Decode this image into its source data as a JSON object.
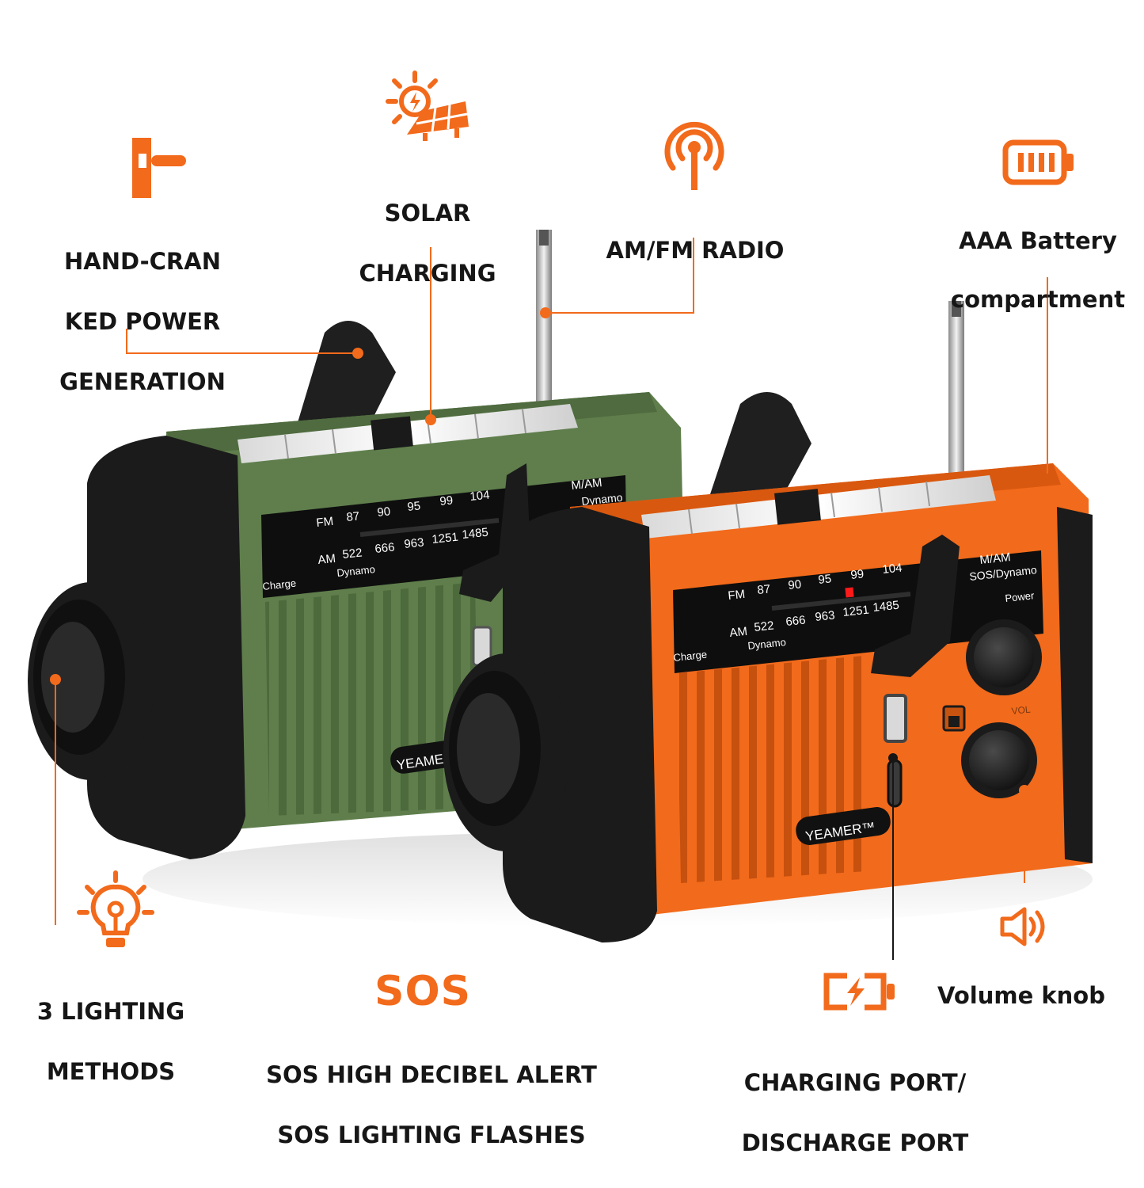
{
  "colors": {
    "accent": "#f26a1b",
    "text": "#161616",
    "green_body": "#5f7e4c",
    "orange_body": "#f26a1b",
    "black_trim": "#1b1b1b"
  },
  "features": {
    "hand_crank": {
      "line1": "HAND-CRAN",
      "line2": "KED POWER",
      "line3": "GENERATION",
      "icon": "crank-handle-icon"
    },
    "solar": {
      "line1": "SOLAR",
      "line2": "CHARGING",
      "icon": "solar-panel-icon"
    },
    "radio": {
      "label": "AM/FM RADIO",
      "icon": "antenna-signal-icon"
    },
    "battery": {
      "line1": "AAA Battery",
      "line2": "compartment",
      "icon": "battery-icon"
    },
    "lighting": {
      "line1": "3 LIGHTING",
      "line2": "METHODS",
      "icon": "light-bulb-icon"
    },
    "sos": {
      "word": "SOS",
      "line1": "SOS HIGH DECIBEL ALERT",
      "line2": "SOS LIGHTING FLASHES"
    },
    "ports": {
      "line1": "CHARGING PORT/",
      "line2": "DISCHARGE PORT",
      "icon": "charging-battery-icon"
    },
    "volume": {
      "label": "Volume knob",
      "icon": "speaker-icon"
    }
  },
  "radio_panel": {
    "fm_label": "FM",
    "am_label": "AM",
    "fm_freqs": [
      "87",
      "90",
      "95",
      "99",
      "104"
    ],
    "am_freqs": [
      "522",
      "666",
      "963",
      "1251",
      "1485"
    ],
    "charge_label": "Charge",
    "dynamo_label": "Dynamo",
    "power_label": "Power",
    "mode_label": "SOS/Dynamo",
    "mode_label_green": "Dynamo",
    "band_label": "M/AM",
    "vol_label": "VOL",
    "brand": "YEAMER™",
    "brand_green": "YEAMER"
  }
}
